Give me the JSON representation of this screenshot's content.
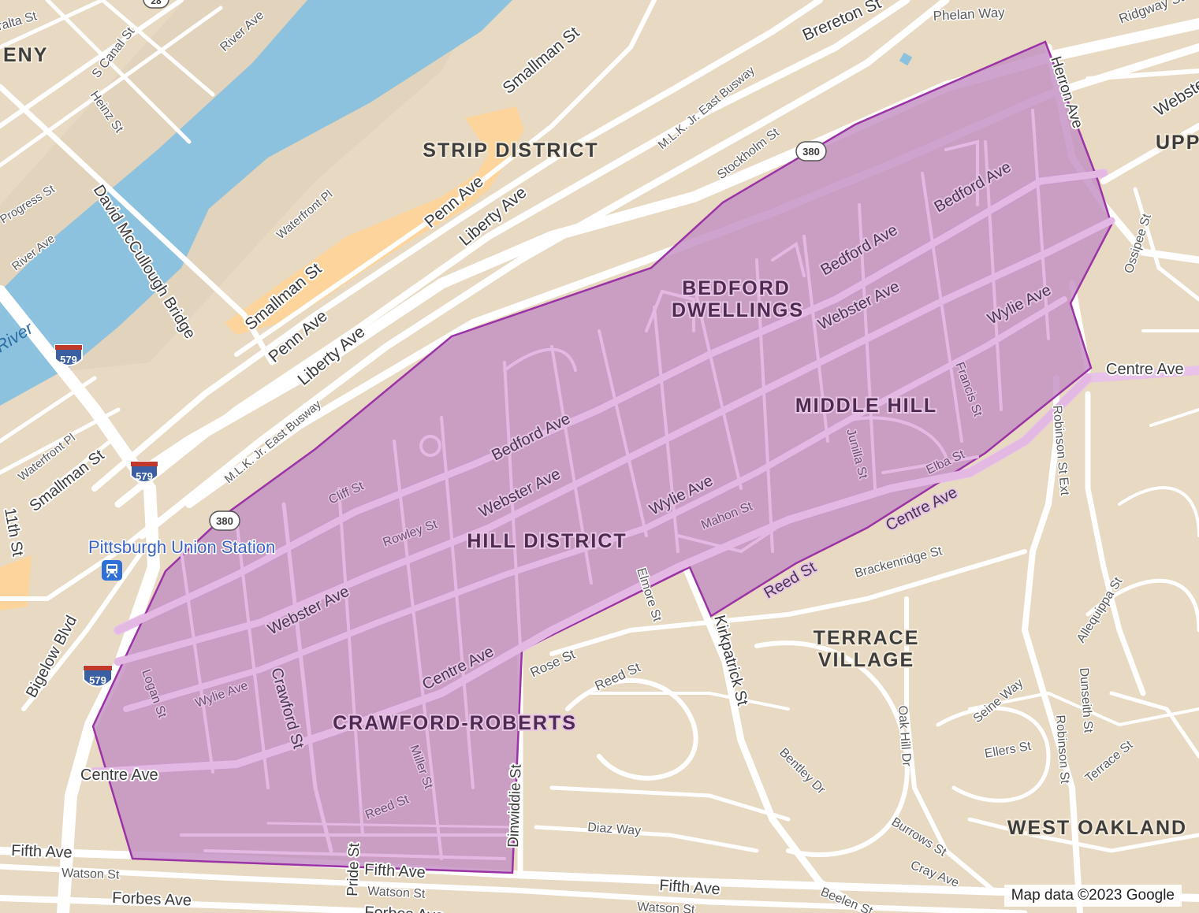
{
  "map": {
    "attribution": "Map data ©2023 Google",
    "colors": {
      "land": "#e8d9c3",
      "water": "#8cc2de",
      "road": "#ffffff",
      "highlight_area": "#c796c5",
      "highlight_border": "#9b33a6",
      "commercial": "#fdd59c"
    },
    "neighborhoods": {
      "strip_district": "STRIP DISTRICT",
      "bedford_1": "BEDFORD",
      "bedford_2": "DWELLINGS",
      "middle_hill": "MIDDLE HILL",
      "hill_district": "HILL DISTRICT",
      "crawford_roberts": "CRAWFORD-ROBERTS",
      "terrace_1": "TERRACE",
      "terrace_2": "VILLAGE",
      "west_oakland": "WEST OAKLAND",
      "allegheny_partial": "ENY",
      "upper_partial": "UPP"
    },
    "water": {
      "river_partial": "River"
    },
    "poi": {
      "union_station": "Pittsburgh Union Station",
      "union_station_icon": "train-station-icon"
    },
    "shields": {
      "i579": "579",
      "i380": "380",
      "i28": "28"
    },
    "roads": {
      "smallman_st": "Smallman St",
      "penn_ave": "Penn Ave",
      "liberty_ave": "Liberty Ave",
      "mlk_busway": "M.L.K. Jr. East Busway",
      "brereton_st": "Brereton St",
      "phelan_way": "Phelan Way",
      "ridgway_st": "Ridgway St",
      "herron_ave": "Herron Ave",
      "webster_ave": "Webster Ave",
      "bedford_ave": "Bedford Ave",
      "wylie_ave": "Wylie Ave",
      "centre_ave": "Centre Ave",
      "stockholm_st": "Stockholm St",
      "ossipee_st": "Ossipee St",
      "francis_st": "Francis St",
      "junilla_st": "Junilla St",
      "elba_st": "Elba St",
      "robinson_st_ext": "Robinson St Ext",
      "robinson_st": "Robinson St",
      "mahon_st": "Mahon St",
      "reed_st": "Reed St",
      "brackenridge_st": "Brackenridge St",
      "allequippa_st": "Allequippa St",
      "elmore_st": "Elmore St",
      "kirkpatrick_st": "Kirkpatrick St",
      "rose_st": "Rose St",
      "cliff_st": "Cliff St",
      "rowley_st": "Rowley St",
      "crawford_st": "Crawford St",
      "logan_st": "Logan St",
      "miller_st": "Miller St",
      "dinwiddie_st": "Dinwiddie St",
      "pride_st": "Pride St",
      "fifth_ave": "Fifth Ave",
      "watson_st": "Watson St",
      "forbes_ave": "Forbes Ave",
      "forbes_ave_cut": "Forbes Ave",
      "diaz_way": "Diaz Way",
      "bentley_dr": "Bentley Dr",
      "burrows_st": "Burrows St",
      "cray_ave": "Cray Ave",
      "beelen_st": "Beelen St",
      "oak_hill_dr": "Oak Hill Dr",
      "seine_way": "Seine Way",
      "ellers_st": "Ellers St",
      "dunseith_st": "Dunseith St",
      "terrace_st": "Terrace St",
      "bigelow_blvd": "Bigelow Blvd",
      "eleventh_st": "11th St",
      "waterfront_pl": "Waterfront Pl",
      "david_mccullough_bridge": "David McCullough Bridge",
      "river_ave": "River Ave",
      "progress_st": "Progress St",
      "heinz_st": "Heinz St",
      "s_canal_st": "S Canal St",
      "peralta_st": "Peralta St"
    }
  }
}
